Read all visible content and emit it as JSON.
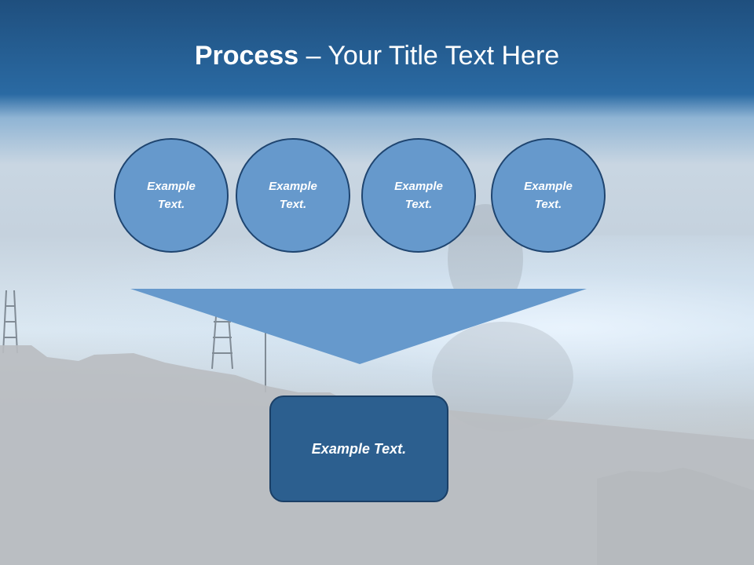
{
  "title": {
    "bold": "Process",
    "rest": " – Your Title Text Here"
  },
  "steps": [
    {
      "label": "Example Text."
    },
    {
      "label": "Example Text."
    },
    {
      "label": "Example Text."
    },
    {
      "label": "Example Text."
    }
  ],
  "result": {
    "label": "Example Text."
  },
  "colors": {
    "circle_fill": "#6699cc",
    "circle_border": "#1f4570",
    "box_fill": "#2c5f8f",
    "header": "#2a6aa3"
  }
}
